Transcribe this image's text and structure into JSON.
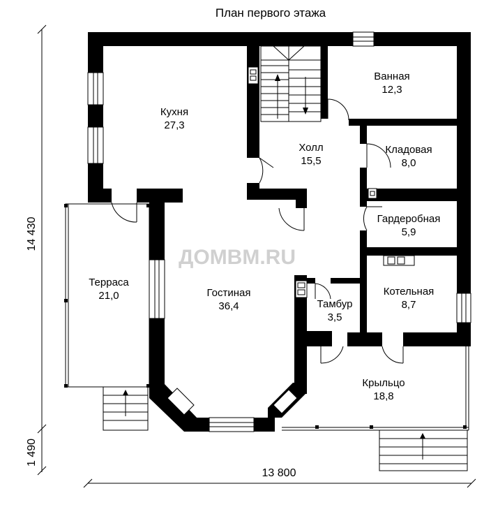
{
  "title": "План первого этажа",
  "watermark": "ДОМВМ.RU",
  "dimensions": {
    "width_total": "13 800",
    "height_main": "14 430",
    "height_porch": "1 490"
  },
  "rooms": {
    "kitchen": {
      "name": "Кухня",
      "area": "27,3"
    },
    "bathroom": {
      "name": "Ванная",
      "area": "12,3"
    },
    "hall": {
      "name": "Холл",
      "area": "15,5"
    },
    "pantry": {
      "name": "Кладовая",
      "area": "8,0"
    },
    "wardrobe": {
      "name": "Гардеробная",
      "area": "5,9"
    },
    "terrace": {
      "name": "Терраса",
      "area": "21,0"
    },
    "living": {
      "name": "Гостиная",
      "area": "36,4"
    },
    "boiler": {
      "name": "Котельная",
      "area": "8,7"
    },
    "vestibule": {
      "name": "Тамбур",
      "area": "3,5"
    },
    "porch": {
      "name": "Крыльцо",
      "area": "18,8"
    }
  }
}
